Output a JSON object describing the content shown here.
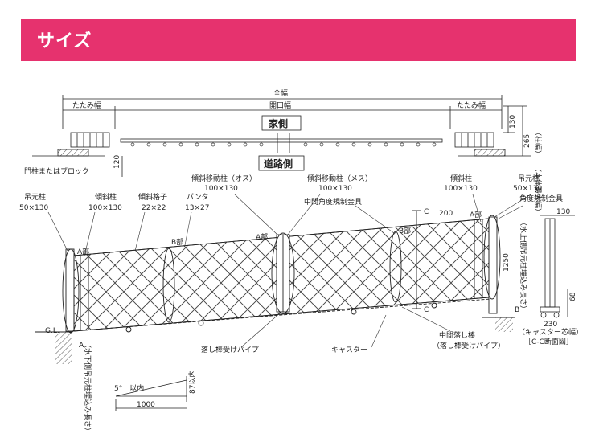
{
  "header": {
    "title": "サイズ",
    "color": "#e6326e"
  },
  "plan": {
    "total_width": "全幅",
    "fold_width_left": "たたみ幅",
    "opening_width": "開口幅",
    "fold_width_right": "たたみ幅",
    "house_side": "家側",
    "road_side": "道路側",
    "post_or_block": "門柱またはブロック",
    "dim_120": "120",
    "dim_130": "130",
    "dim_265": "265",
    "post_width": "（柱幅）",
    "body_max_width": "（本体最大幅）"
  },
  "parts": {
    "hanging_post_left": {
      "name": "吊元柱",
      "size": "50×130"
    },
    "tilt_post_left": {
      "name": "傾斜柱",
      "size": "100×130"
    },
    "tilt_lattice": {
      "name": "傾斜格子",
      "size": "22×22"
    },
    "panta": {
      "name": "パンタ",
      "size": "13×27"
    },
    "tilt_move_post_male": {
      "name": "傾斜移動柱（オス）",
      "size": "100×130"
    },
    "tilt_move_post_female": {
      "name": "傾斜移動柱（メス）",
      "size": "100×130"
    },
    "middle_angle_fitting": "中間角度規制金具",
    "tilt_post_right": {
      "name": "傾斜柱",
      "size": "100×130"
    },
    "hanging_post_right": {
      "name": "吊元柱",
      "size": "50×130"
    },
    "angle_fitting": "角度規制金具",
    "drop_rod_pipe": "落し棒受けパイプ",
    "caster": "キャスター",
    "middle_drop_rod": "中間落し棒",
    "middle_drop_rod_sub": "（落し棒受けパイプ）"
  },
  "markers": {
    "a_part": "A部",
    "b_part": "B部",
    "c": "C",
    "a": "A",
    "b": "B",
    "gl": "G.L."
  },
  "dims": {
    "d200": "200",
    "d130": "130",
    "d1250": "1250",
    "d68": "68",
    "d230": "230",
    "d87": "87以内",
    "d1000": "1000",
    "slope": "5°　以内",
    "caster_width": "（キャスター芯幅）",
    "cc_section": "［C-C断面図］",
    "right_bury": "（水上側吊元柱埋込み長さ）",
    "left_bury": "（水下側吊元柱埋込み長さ）"
  }
}
